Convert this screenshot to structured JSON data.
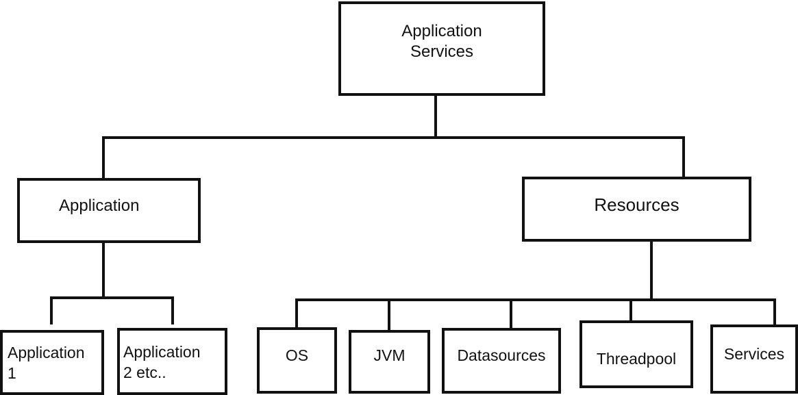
{
  "root": {
    "label": "Application\nServices"
  },
  "branches": {
    "application": {
      "label": "Application"
    },
    "resources": {
      "label": "Resources"
    }
  },
  "application_children": [
    {
      "label": "Application\n1"
    },
    {
      "label": "Application\n2 etc.."
    }
  ],
  "resource_children": [
    {
      "label": "OS"
    },
    {
      "label": "JVM"
    },
    {
      "label": "Datasources"
    },
    {
      "label": "Threadpool"
    },
    {
      "label": "Services"
    }
  ]
}
